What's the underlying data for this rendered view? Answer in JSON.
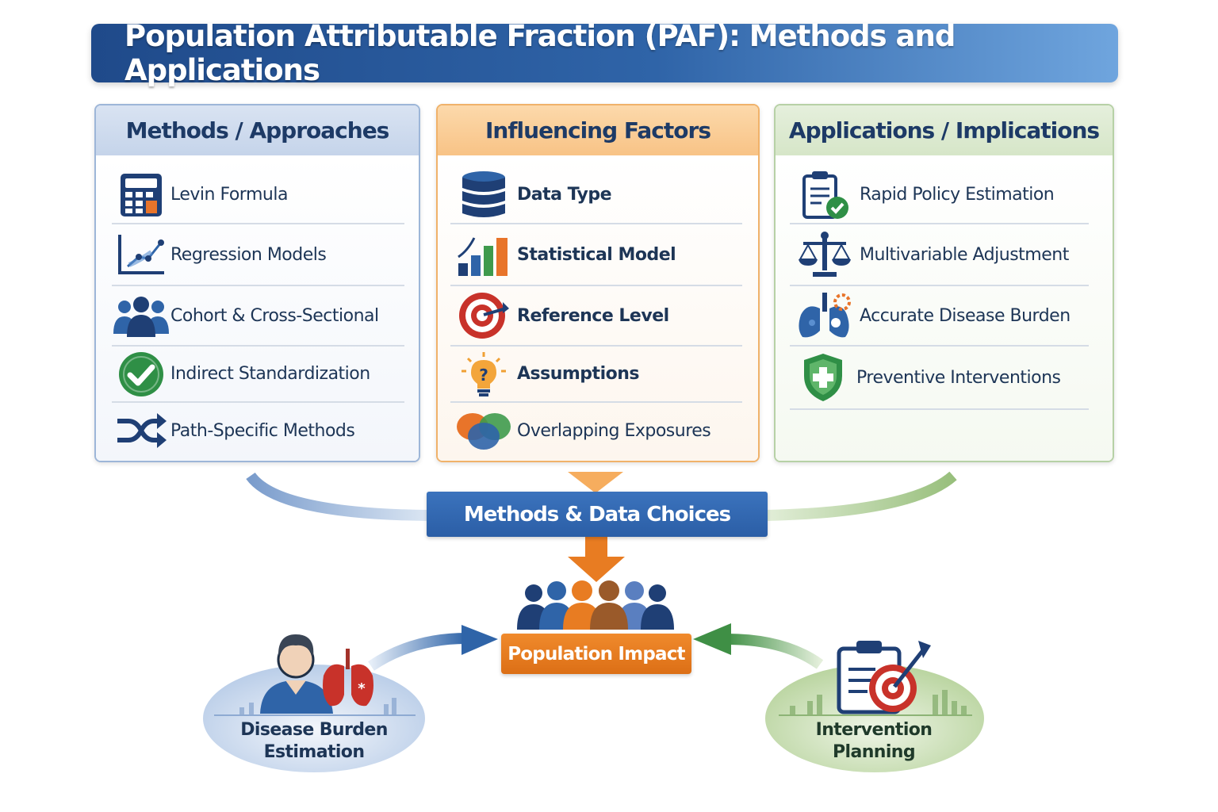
{
  "title": "Population Attributable Fraction (PAF): Methods and Applications",
  "panels": {
    "methods": {
      "heading": "Methods / Approaches",
      "items": [
        {
          "label": "Levin Formula",
          "icon": "calculator-icon"
        },
        {
          "label": "Regression Models",
          "icon": "trend-chart-icon"
        },
        {
          "label": "Cohort & Cross-Sectional",
          "icon": "people-group-icon"
        },
        {
          "label": "Indirect Standardization",
          "icon": "check-circle-icon"
        },
        {
          "label": "Path-Specific Methods",
          "icon": "shuffle-arrows-icon"
        }
      ]
    },
    "factors": {
      "heading": "Influencing Factors",
      "items": [
        {
          "label": "Data Type",
          "icon": "database-icon"
        },
        {
          "label": "Statistical Model",
          "icon": "bar-chart-icon"
        },
        {
          "label": "Reference Level",
          "icon": "target-icon"
        },
        {
          "label": "Assumptions",
          "icon": "lightbulb-question-icon"
        },
        {
          "label": "Overlapping Exposures",
          "icon": "overlapping-circles-icon"
        }
      ]
    },
    "applications": {
      "heading": "Applications / Implications",
      "items": [
        {
          "label": "Rapid Policy Estimation",
          "icon": "clipboard-check-icon"
        },
        {
          "label": "Multivariable Adjustment",
          "icon": "balance-scale-icon"
        },
        {
          "label": "Accurate Disease Burden",
          "icon": "lungs-icon"
        },
        {
          "label": "Preventive Interventions",
          "icon": "shield-plus-icon"
        }
      ]
    }
  },
  "flow": {
    "center_label": "Methods & Data Choices",
    "impact_label": "Population Impact",
    "left_outcome": {
      "line1": "Disease Burden",
      "line2": "Estimation"
    },
    "right_outcome": {
      "line1": "Intervention",
      "line2": "Planning"
    }
  },
  "colors": {
    "navy": "#1f4a8a",
    "blue": "#2f64a8",
    "orange": "#e87c22",
    "green": "#3f8f45",
    "red": "#c8322a"
  }
}
